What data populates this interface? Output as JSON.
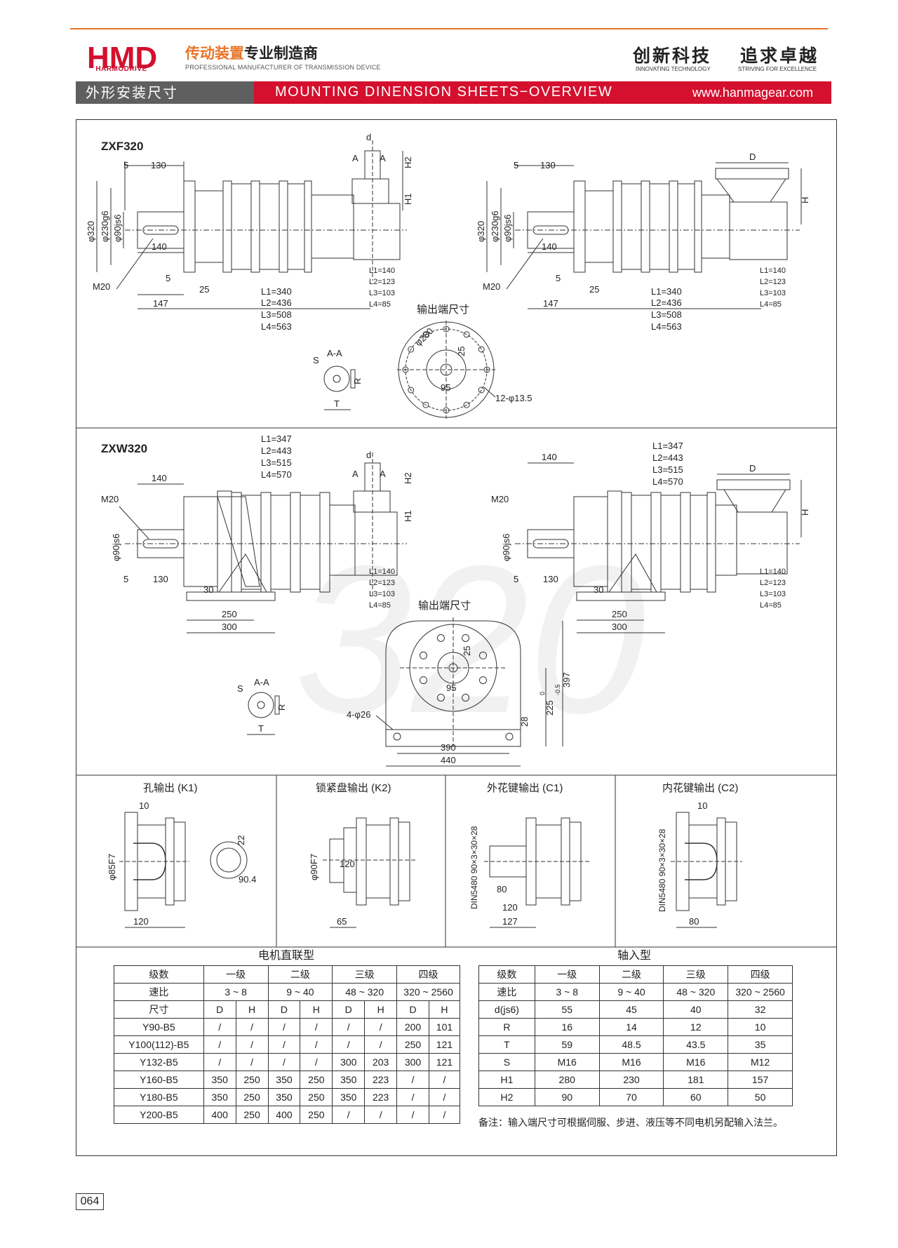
{
  "header": {
    "logo_text": "HMD",
    "logo_sub": "HARMODRIVE",
    "title_cn_a": "传动装置",
    "title_cn_b": "专业制造商",
    "title_en": "PROFESSIONAL MANUFACTURER OF TRANSMISSION DEVICE",
    "slogan1": "创新科技",
    "slogan1_en": "INNOVATING TECHNOLOGY",
    "slogan2": "追求卓越",
    "slogan2_en": "STRIVING FOR EXCELLENCE",
    "section_cn": "外形安装尺寸",
    "section_en": "MOUNTING DINENSION SHEETS−OVERVIEW",
    "website": "www.hanmagear.com",
    "colors": {
      "accent": "#e8742a",
      "brand": "#d4102e",
      "gray": "#5f5f5f"
    }
  },
  "zxf": {
    "model": "ZXF320",
    "dims": {
      "d5": "5",
      "d130": "130",
      "d140": "140",
      "dia320": "φ320",
      "dia230": "φ230g6",
      "dia90": "φ90js6",
      "m20": "M20",
      "d5b": "5",
      "d25": "25",
      "d147": "147",
      "d": "d",
      "a": "A",
      "h2": "H2",
      "h1": "H1",
      "D": "D",
      "H": "H"
    },
    "L": [
      "L1=340",
      "L2=436",
      "L3=508",
      "L4=563"
    ],
    "Ls": [
      "L1=140",
      "L2=123",
      "L3=103",
      "L4=85"
    ],
    "output_title": "输出端尺寸",
    "flange": {
      "dia": "φ280",
      "v25": "25",
      "v95": "95",
      "holes": "12-φ13.5"
    },
    "section": {
      "s": "S",
      "aa": "A-A",
      "r": "R",
      "t": "T"
    }
  },
  "zxw": {
    "model": "ZXW320",
    "L": [
      "L1=347",
      "L2=443",
      "L3=515",
      "L4=570"
    ],
    "Ls": [
      "L1=140",
      "L2=123",
      "L3=103",
      "L4=85"
    ],
    "dims": {
      "d140": "140",
      "m20": "M20",
      "dia90": "φ90js6",
      "d5": "5",
      "d130": "130",
      "d30": "30",
      "d250": "250",
      "d300": "300",
      "d": "d",
      "a": "A",
      "h2": "H2",
      "h1": "H1",
      "D": "D",
      "H": "H"
    },
    "output_title": "输出端尺寸",
    "foot": {
      "v25": "25",
      "v95": "95",
      "v397": "397",
      "v225": "225",
      "tol_top": "0",
      "tol_bot": "-0.5",
      "v28": "28",
      "holes": "4-φ26",
      "v390": "390",
      "v440": "440"
    },
    "section": {
      "s": "S",
      "aa": "A-A",
      "r": "R",
      "t": "T"
    },
    "watermark": "320"
  },
  "outputs": [
    {
      "title": "孔输出 (K1)",
      "v10": "10",
      "dia": "φ85F7",
      "v22": "22",
      "v904": "90.4",
      "v120": "120"
    },
    {
      "title": "锁紧盘输出 (K2)",
      "dia": "φ90F7",
      "v120": "120",
      "v65": "65"
    },
    {
      "title": "外花键输出 (C1)",
      "spline": "DIN5480 90×3×30×28",
      "v80": "80",
      "v120": "120",
      "v127": "127"
    },
    {
      "title": "内花键输出 (C2)",
      "v10": "10",
      "spline": "DIN5480 90×3×30×28",
      "v80": "80"
    }
  ],
  "motor_table": {
    "title": "电机直联型",
    "row_stage": [
      "级数",
      "一级",
      "二级",
      "三级",
      "四级"
    ],
    "row_ratio": [
      "速比",
      "3 ~ 8",
      "9 ~ 40",
      "48 ~ 320",
      "320 ~ 2560"
    ],
    "row_size": [
      "尺寸",
      "D",
      "H",
      "D",
      "H",
      "D",
      "H",
      "D",
      "H"
    ],
    "rows": [
      [
        "Y90-B5",
        "/",
        "/",
        "/",
        "/",
        "/",
        "/",
        "200",
        "101"
      ],
      [
        "Y100(112)-B5",
        "/",
        "/",
        "/",
        "/",
        "/",
        "/",
        "250",
        "121"
      ],
      [
        "Y132-B5",
        "/",
        "/",
        "/",
        "/",
        "300",
        "203",
        "300",
        "121"
      ],
      [
        "Y160-B5",
        "350",
        "250",
        "350",
        "250",
        "350",
        "223",
        "/",
        "/"
      ],
      [
        "Y180-B5",
        "350",
        "250",
        "350",
        "250",
        "350",
        "223",
        "/",
        "/"
      ],
      [
        "Y200-B5",
        "400",
        "250",
        "400",
        "250",
        "/",
        "/",
        "/",
        "/"
      ]
    ]
  },
  "shaft_table": {
    "title": "轴入型",
    "rows": [
      [
        "级数",
        "一级",
        "二级",
        "三级",
        "四级"
      ],
      [
        "速比",
        "3 ~ 8",
        "9 ~ 40",
        "48 ~ 320",
        "320 ~ 2560"
      ],
      [
        "d(js6)",
        "55",
        "45",
        "40",
        "32"
      ],
      [
        "R",
        "16",
        "14",
        "12",
        "10"
      ],
      [
        "T",
        "59",
        "48.5",
        "43.5",
        "35"
      ],
      [
        "S",
        "M16",
        "M16",
        "M16",
        "M12"
      ],
      [
        "H1",
        "280",
        "230",
        "181",
        "157"
      ],
      [
        "H2",
        "90",
        "70",
        "60",
        "50"
      ]
    ],
    "note": "备注：输入端尺寸可根据伺服、步进、液压等不同电机另配输入法兰。"
  },
  "page_number": "064"
}
